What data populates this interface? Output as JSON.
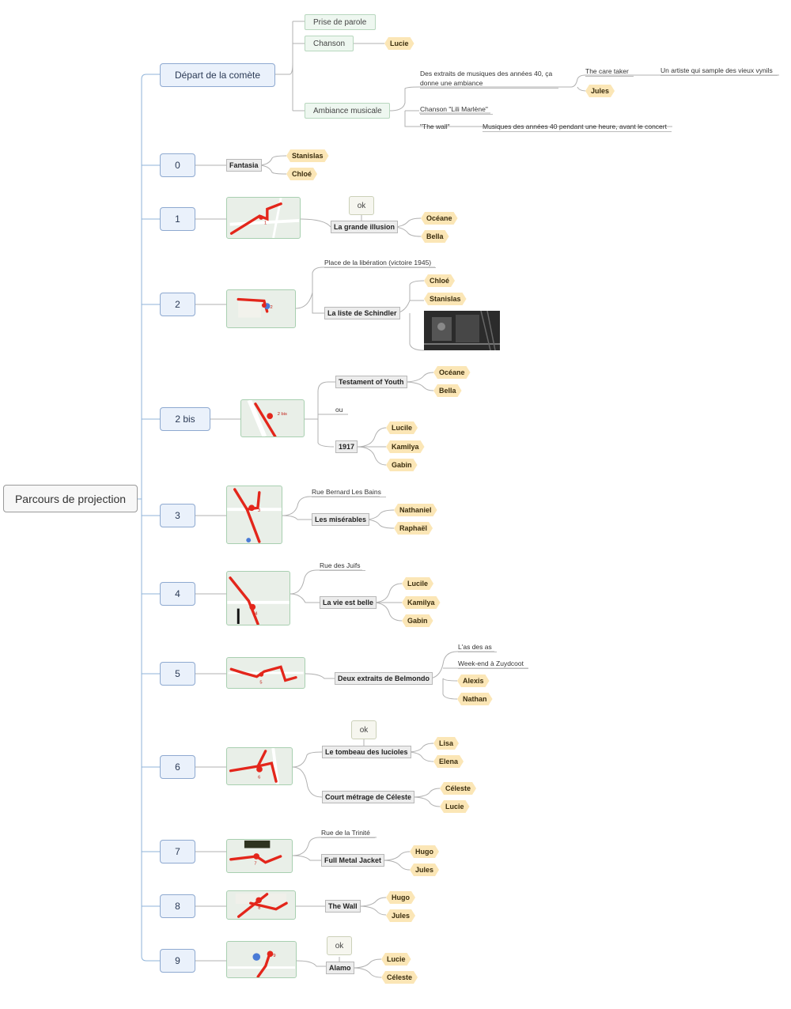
{
  "root": "Parcours de projection",
  "depart": {
    "label": "Départ de la comète",
    "prise": "Prise de parole",
    "chanson": "Chanson",
    "chanson_person": "Lucie",
    "ambiance": "Ambiance musicale",
    "extraits": "Des extraits de musiques des années 40, ça donne une ambiance",
    "care_taker": "The care taker",
    "artiste": "Un artiste qui sample des vieux vynils",
    "jules": "Jules",
    "lili": "Chanson \"Lili Marlène\"",
    "wall": "\"The wall\"",
    "wall_note": "Musiques des années 40 pendant une heure, avant le concert"
  },
  "s0": {
    "label": "0",
    "film": "Fantasia",
    "p1": "Stanislas",
    "p2": "Chloé"
  },
  "s1": {
    "label": "1",
    "ok": "ok",
    "film": "La grande illusion",
    "p1": "Océane",
    "p2": "Bella",
    "map_num": "1"
  },
  "s2": {
    "label": "2",
    "note": "Place de la libération (victoire 1945)",
    "film": "La liste de Schindler",
    "p1": "Chloé",
    "p2": "Stanislas",
    "map_num": "2"
  },
  "s2b": {
    "label": "2 bis",
    "film1": "Testament of Youth",
    "p1": "Océane",
    "p2": "Bella",
    "ou": "ou",
    "film2": "1917",
    "p3": "Lucile",
    "p4": "Kamilya",
    "p5": "Gabin",
    "map_num": "2 bis"
  },
  "s3": {
    "label": "3",
    "note": "Rue Bernard Les Bains",
    "film": "Les misérables",
    "p1": "Nathaniel",
    "p2": "Raphaël",
    "map_num": "3"
  },
  "s4": {
    "label": "4",
    "note": "Rue des Juifs",
    "film": "La vie est belle",
    "p1": "Lucile",
    "p2": "Kamilya",
    "p3": "Gabin",
    "map_num": "4"
  },
  "s5": {
    "label": "5",
    "film": "Deux extraits de Belmondo",
    "n1": "L'as des as",
    "n2": "Week-end à Zuydcoot",
    "p1": "Alexis",
    "p2": "Nathan",
    "map_num": "5"
  },
  "s6": {
    "label": "6",
    "ok": "ok",
    "film1": "Le tombeau des lucioles",
    "p1": "Lisa",
    "p2": "Elena",
    "film2": "Court métrage de Céleste",
    "p3": "Céleste",
    "p4": "Lucie",
    "map_num": "6"
  },
  "s7": {
    "label": "7",
    "note": "Rue de la Trinité",
    "film": "Full Metal Jacket",
    "p1": "Hugo",
    "p2": "Jules",
    "map_num": "7"
  },
  "s8": {
    "label": "8",
    "film": "The Wall",
    "p1": "Hugo",
    "p2": "Jules",
    "map_num": "8"
  },
  "s9": {
    "label": "9",
    "ok": "ok",
    "film": "Alamo",
    "p1": "Lucie",
    "p2": "Céleste",
    "map_num": "9"
  },
  "colors": {
    "connector": "#8fb3d9",
    "person": "#fbe6b6",
    "step": "#eaf1fb",
    "route": "#e3261b"
  }
}
